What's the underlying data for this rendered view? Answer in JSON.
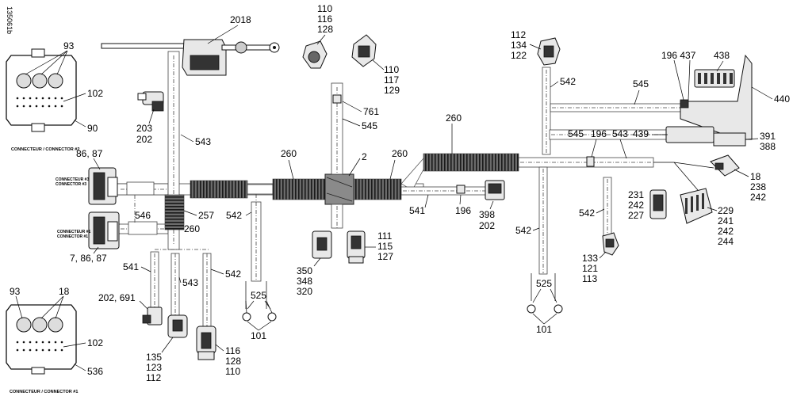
{
  "diagram": {
    "doc_code": "135061b",
    "captions": {
      "connector2": "CONNECTEUR / CONNECTOR #2",
      "connector1": "CONNECTEUR / CONNECTOR #1",
      "side_connector3_a": "CONNECTEUR #3",
      "side_connector3_b": "CONNECTOR #3",
      "side_connector1_a": "CONNECTEUR #1",
      "side_connector1_b": "CONNECTOR #1"
    },
    "callouts": {
      "c93_top": "93",
      "c102_top": "102",
      "c90": "90",
      "c8687_top": "86, 87",
      "c7_86_87": "7, 86, 87",
      "c546": "546",
      "c203": "203",
      "c202_a": "202",
      "c2018": "2018",
      "c543_a": "543",
      "c257": "257",
      "c260_a": "260",
      "c542_a": "542",
      "c260_b": "260",
      "c541_a": "541",
      "c543_b": "543",
      "c542_b": "542",
      "c202_691": "202, 691",
      "c525_a": "525",
      "c101_a": "101",
      "c135_123_112_a": "135",
      "c135_123_112_b": "123",
      "c135_123_112_c": "112",
      "c116_128_110_a": "116",
      "c116_128_110_b": "128",
      "c116_128_110_c": "110",
      "c93_bot": "93",
      "c18_bot": "18",
      "c102_bot": "102",
      "c536": "536",
      "c110_116_128_a": "110",
      "c110_116_128_b": "116",
      "c110_116_128_c": "128",
      "c110_117_129_a": "110",
      "c110_117_129_b": "117",
      "c110_117_129_c": "129",
      "c761": "761",
      "c545_a": "545",
      "c2": "2",
      "c260_c": "260",
      "c260_d": "260",
      "c541_b": "541",
      "c196_a": "196",
      "c398": "398",
      "c202_b": "202",
      "c350": "350",
      "c348": "348",
      "c320": "320",
      "c111": "111",
      "c115": "115",
      "c127": "127",
      "c112_134_122_a": "112",
      "c112_134_122_b": "134",
      "c112_134_122_c": "122",
      "c542_c": "542",
      "c545_b": "545",
      "c196_437": "196 437",
      "c438": "438",
      "c440": "440",
      "c545_c": "545",
      "c196_b": "196",
      "c543_c": "543",
      "c439": "439",
      "c391": "391",
      "c388": "388",
      "c18_r": "18",
      "c238": "238",
      "c242_r": "242",
      "c231": "231",
      "c242_m": "242",
      "c227": "227",
      "c229": "229",
      "c241": "241",
      "c242_m2": "242",
      "c244": "244",
      "c542_d": "542",
      "c542_e": "542",
      "c133": "133",
      "c121": "121",
      "c113": "113",
      "c525_b": "525",
      "c101_b": "101"
    }
  }
}
